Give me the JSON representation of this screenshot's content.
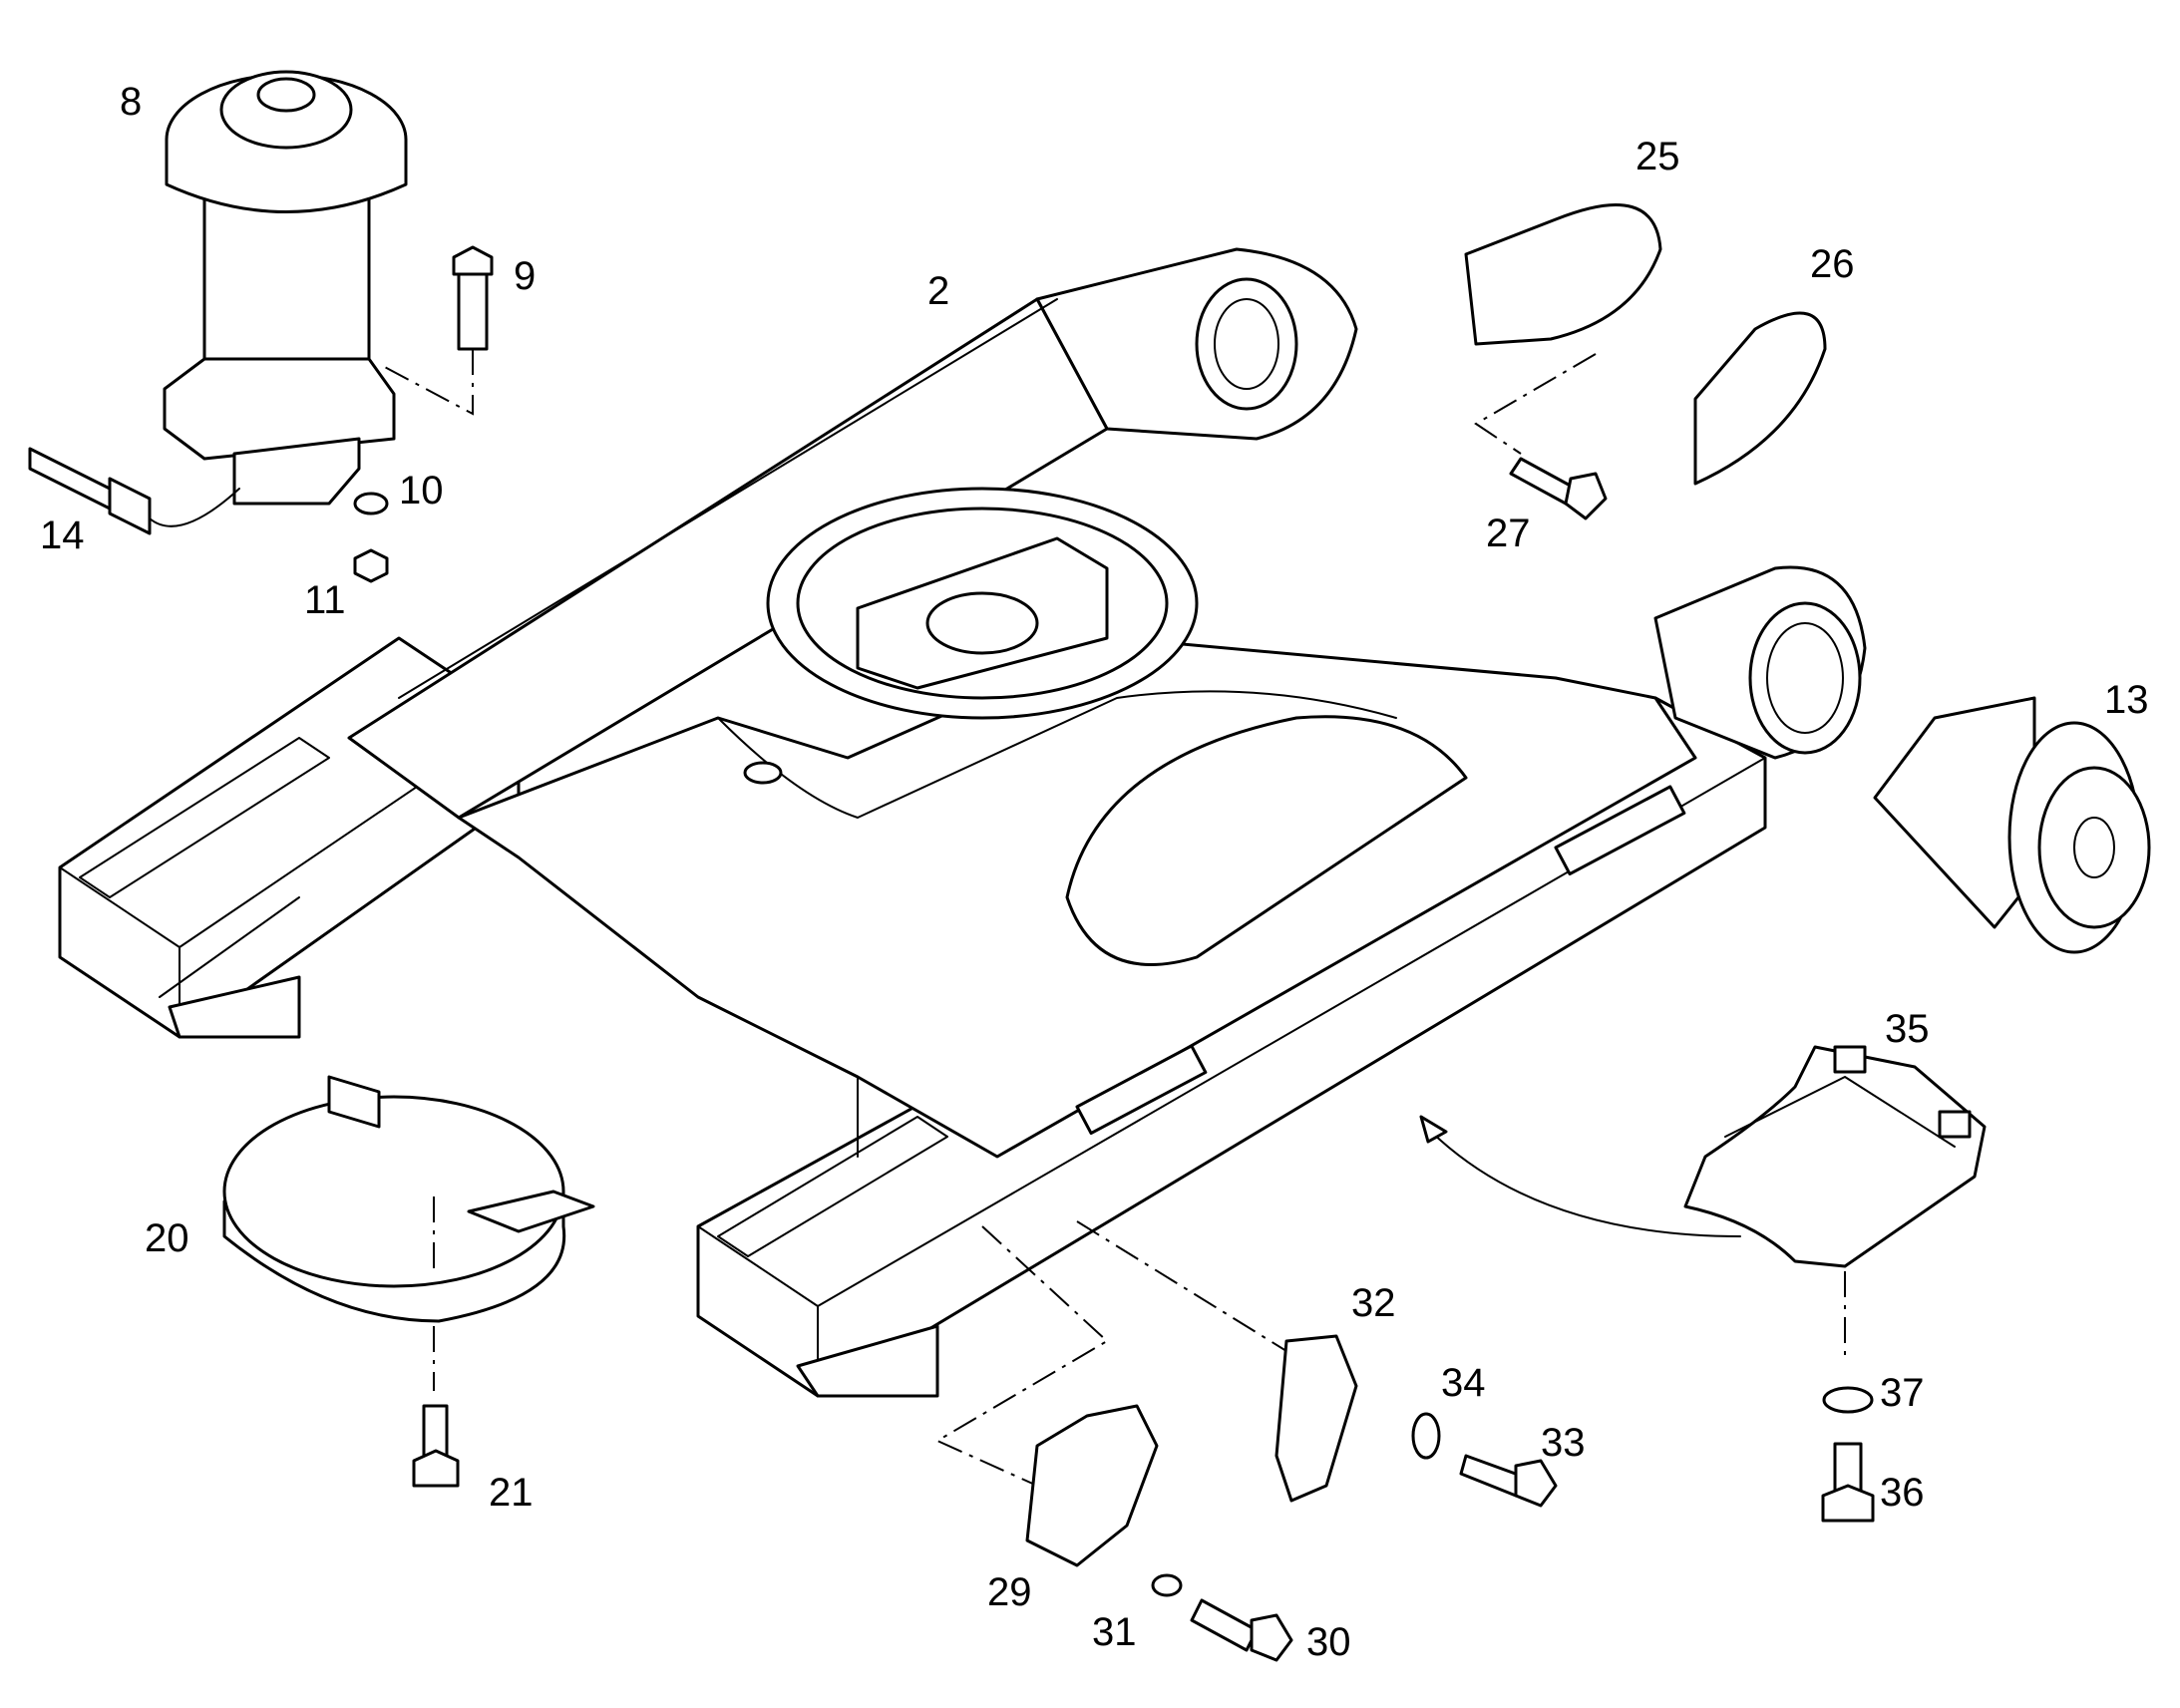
{
  "diagram": {
    "labels": {
      "n2": "2",
      "n8": "8",
      "n9": "9",
      "n10": "10",
      "n11": "11",
      "n13": "13",
      "n14": "14",
      "n20": "20",
      "n21": "21",
      "n25": "25",
      "n26": "26",
      "n27": "27",
      "n29": "29",
      "n30": "30",
      "n31": "31",
      "n32": "32",
      "n33": "33",
      "n34": "34",
      "n35": "35",
      "n36": "36",
      "n37": "37"
    }
  }
}
